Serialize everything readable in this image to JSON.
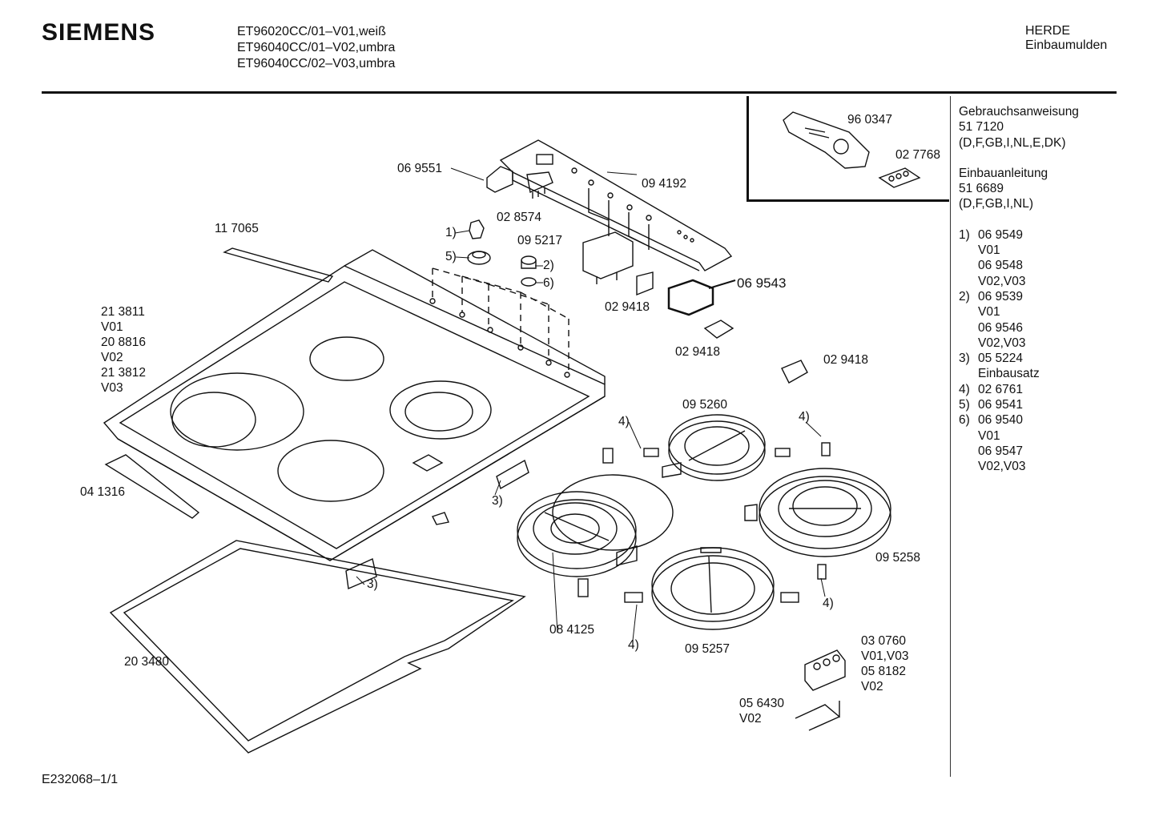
{
  "header": {
    "brand": "SIEMENS",
    "models": [
      "ET96020CC/01–V01,weiß",
      "ET96040CC/01–V02,umbra",
      "ET96040CC/02–V03,umbra"
    ],
    "category": "HERDE",
    "subcategory": "Einbaumulden"
  },
  "side_notes": {
    "manual_title": "Gebrauchsanweisung",
    "manual_number": "51 7120",
    "manual_langs": "(D,F,GB,I,NL,E,DK)",
    "install_title": "Einbauanleitung",
    "install_number": "51 6689",
    "install_langs": "(D,F,GB,I,NL)",
    "footnotes": [
      {
        "key": "1)",
        "value": "06 9549"
      },
      {
        "key": "",
        "value": "V01"
      },
      {
        "key": "",
        "value": "06 9548"
      },
      {
        "key": "",
        "value": "V02,V03"
      },
      {
        "key": "2)",
        "value": "06 9539"
      },
      {
        "key": "",
        "value": "V01"
      },
      {
        "key": "",
        "value": "06 9546"
      },
      {
        "key": "",
        "value": "V02,V03"
      },
      {
        "key": "3)",
        "value": "05 5224"
      },
      {
        "key": "",
        "value": "Einbausatz"
      },
      {
        "key": "4)",
        "value": "02 6761"
      },
      {
        "key": "5)",
        "value": "06 9541"
      },
      {
        "key": "6)",
        "value": "06 9540"
      },
      {
        "key": "",
        "value": "V01"
      },
      {
        "key": "",
        "value": "06 9547"
      },
      {
        "key": "",
        "value": "V02,V03"
      }
    ]
  },
  "labels": {
    "p960347": "96 0347",
    "p027768": "02 7768",
    "p069551": "06 9551",
    "p094192": "09 4192",
    "p028574": "02 8574",
    "p117065": "11 7065",
    "n1": "1)",
    "n5": "5)",
    "n2": "2)",
    "n6": "6)",
    "p095217": "09 5217",
    "p069543": "06 9543",
    "p029418a": "02 9418",
    "p029418b": "02 9418",
    "p029418c": "02 9418",
    "glass_1": "21 3811",
    "glass_2": "V01",
    "glass_3": "20 8816",
    "glass_4": "V02",
    "glass_5": "21 3812",
    "glass_6": "V03",
    "p095260": "09 5260",
    "n4a": "4)",
    "n4b": "4)",
    "n4c": "4)",
    "n4d": "4)",
    "p041316": "04 1316",
    "n3a": "3)",
    "n3b": "3)",
    "p095258": "09 5258",
    "p084125": "08 4125",
    "p095257": "09 5257",
    "p203480": "20 3480",
    "p030760_1": "03 0760",
    "p030760_2": "V01,V03",
    "p030760_3": "05 8182",
    "p030760_4": "V02",
    "p056430_1": "05 6430",
    "p056430_2": "V02"
  },
  "footer": {
    "doc_id": "E232068–1/1"
  }
}
